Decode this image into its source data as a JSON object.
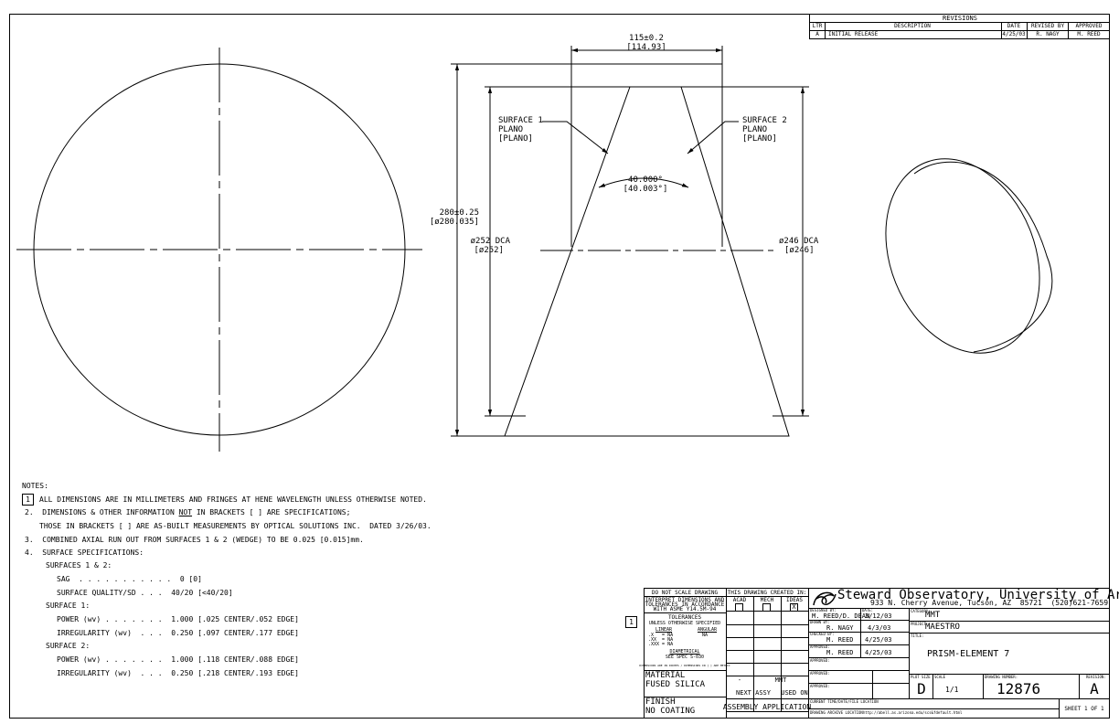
{
  "revisions": {
    "title": "REVISIONS",
    "headers": [
      "LTR",
      "DESCRIPTION",
      "DATE",
      "REVISED BY",
      "APPROVED"
    ],
    "rows": [
      [
        "A",
        "INITIAL RELEASE",
        "4/25/03",
        "R. NAGY",
        "M. REED"
      ]
    ]
  },
  "dims": {
    "top_width": "115±0.2",
    "top_width_meas": "[114.93]",
    "surface1": [
      "SURFACE 1",
      "PLANO",
      "[PLANO]"
    ],
    "surface2": [
      "SURFACE 2",
      "PLANO",
      "[PLANO]"
    ],
    "angle": "40.000°",
    "angle_meas": "[40.003°]",
    "height": "280±0.25",
    "height_meas": "[ø280.035]",
    "dca_left": "ø252 DCA",
    "dca_left_meas": "[ø252]",
    "dca_right": "ø246 DCA",
    "dca_right_meas": "[ø246]"
  },
  "notes": {
    "heading": "NOTES:",
    "n1_num": "1",
    "n1": "ALL DIMENSIONS ARE IN MILLIMETERS AND FRINGES AT HENE WAVELENGTH UNLESS OTHERWISE NOTED.",
    "n2_pre": "2.  DIMENSIONS & OTHER INFORMATION ",
    "n2_not": "NOT",
    "n2_post": " IN BRACKETS [ ] ARE SPECIFICATIONS;",
    "n2b": "THOSE IN BRACKETS [ ] ARE AS-BUILT MEASUREMENTS BY OPTICAL SOLUTIONS INC.  DATED 3/26/03.",
    "n3": "3.  COMBINED AXIAL RUN OUT FROM SURFACES 1 & 2 (WEDGE) TO BE 0.025 [0.015]mm.",
    "n4": "4.  SURFACE SPECIFICATIONS:",
    "s12": "SURFACES 1 & 2:",
    "sag": "SAG  . . . . . . . . . . .  0 [0]",
    "sq": "SURFACE QUALITY/SD . . .  40/20 [<40/20]",
    "s1": "SURFACE 1:",
    "s1_power": "POWER (wv) . . . . . . .  1.000 [.025 CENTER/.052 EDGE]",
    "s1_irr": "IRREGULARITY (wv)  . . .  0.250 [.097 CENTER/.177 EDGE]",
    "s2": "SURFACE 2:",
    "s2_power": "POWER (wv) . . . . . . .  1.000 [.118 CENTER/.088 EDGE]",
    "s2_irr": "IRREGULARITY (wv)  . . .  0.250 [.218 CENTER/.193 EDGE]"
  },
  "title_block": {
    "do_not_scale": "DO NOT SCALE DRAWING",
    "interpret": [
      "INTERPRET DIMENSIONS AND",
      "TOLERANCES IN ACCORDANCE",
      "WITH ASME Y14.5M-94"
    ],
    "tolerances": "TOLERANCES",
    "unless": "UNLESS OTHERWISE SPECIFIED",
    "linear": "LINEAR",
    "angular": "ANGULAR",
    "tol_lines": [
      ".X   = NA",
      ".XX  = NA",
      ".XXX = NA"
    ],
    "tol_ang": "NA",
    "diametral": "DIAMETRICAL",
    "see_spec": "SEE SPEC S-030",
    "small_note": "DIMENSIONS ARE IN INCHES / DIMENSIONS IN [ ] ARE METRIC",
    "material_label": "MATERIAL",
    "material": "FUSED SILICA",
    "finish_label": "FINISH",
    "finish": "NO COATING",
    "created_in": "THIS DRAWING CREATED IN:",
    "created_opts": [
      "ACAD",
      "MECH",
      "IDEAS"
    ],
    "created_mark": "X",
    "next_assy_val": "-",
    "used_on_val": "MMT",
    "next_assy": "NEXT ASSY",
    "used_on": "USED ON",
    "application": "ASSEMBLY APPLICATION",
    "org_name": "Steward Observatory, University of Arizona",
    "org_addr": "933 N. Cherry Avenue, Tucson, AZ  85721  (520)621-7659",
    "designed_by_label": "DESIGNED BY:",
    "designed_by": "M. REED/D. DEAN",
    "date_label": "DATE:",
    "designed_date": "3/12/03",
    "drawn_by_label": "DRAWN BY:",
    "drawn_by": "R. NAGY",
    "drawn_date": "4/3/03",
    "checked_by_label": "CHECKED BY:",
    "checked_by": "M. REED",
    "checked_date": "4/25/03",
    "approved_label": "APPROVED:",
    "approved_by": "M. REED",
    "approved_date": "4/25/03",
    "category_label": "CATEGORY:",
    "category": "MMT",
    "project_label": "PROJECT:",
    "project": "MAESTRO",
    "title_label": "TITLE:",
    "title": "PRISM-ELEMENT 7",
    "plot_size_label": "PLOT SIZE",
    "plot_size": "D",
    "scale_label": "SCALE",
    "scale": "1/1",
    "drawing_number_label": "DRAWING NUMBER:",
    "drawing_number": "12876",
    "revision_label": "REVISION:",
    "revision": "A",
    "file_loc_label": "CURRENT TIME/DATE/FILE LOCATION",
    "archive_label": "DRAWING ARCHIVE LOCATION",
    "archive_url": "http://abell.as.arizona.edu/scs&fdefault.html",
    "sheet": "SHEET 1 OF 1",
    "note_flag": "1"
  }
}
